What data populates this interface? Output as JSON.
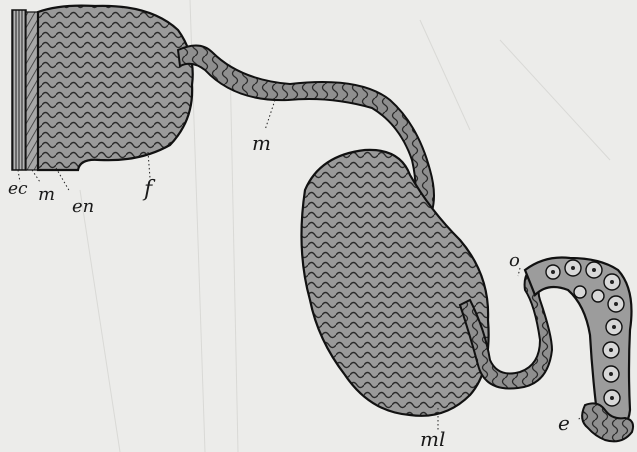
{
  "figure": {
    "paper_color": "#ececea",
    "ink_color": "#1f1f1f",
    "tissue_fill": "#8c8c8c",
    "labels": {
      "ec": "ec",
      "m_left": "m",
      "en": "en",
      "f": "f",
      "m_tube": "m",
      "ml": "ml",
      "o": "o",
      "e": "e"
    }
  }
}
